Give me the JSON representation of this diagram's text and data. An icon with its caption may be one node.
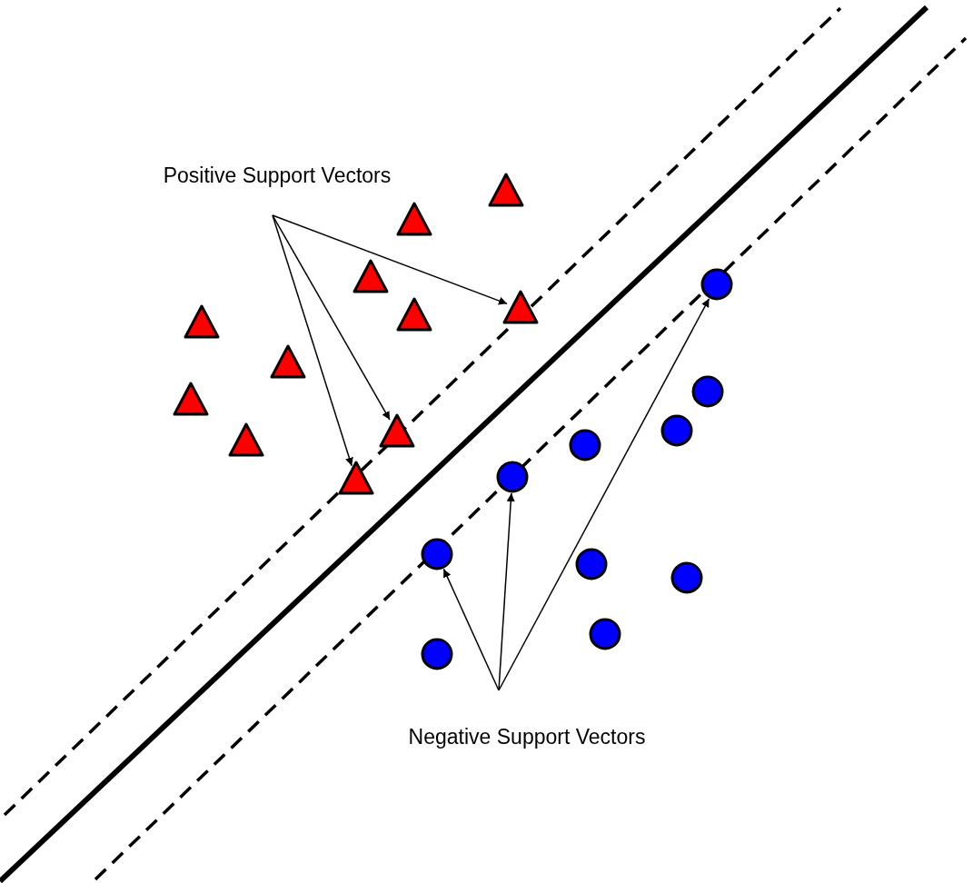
{
  "diagram": {
    "nodes": [
      {
        "text": [
          "Positive Support Vectors"
        ]
      },
      {
        "text": [],
        "shape": "triangle"
      },
      {
        "text": [],
        "shape": "triangle"
      },
      {
        "text": [],
        "shape": "triangle"
      },
      {
        "text": [],
        "shape": "triangle"
      },
      {
        "text": [],
        "shape": "triangle"
      },
      {
        "text": [],
        "shape": "triangle"
      },
      {
        "text": [],
        "shape": "triangle"
      },
      {
        "text": [],
        "shape": "triangle"
      },
      {
        "text": [],
        "shape": "triangle"
      },
      {
        "text": [],
        "shape": "triangle"
      },
      {
        "text": [],
        "shape": "triangle"
      },
      {
        "text": [],
        "shape": "circle"
      },
      {
        "text": [],
        "shape": "circle"
      },
      {
        "text": [],
        "shape": "circle"
      },
      {
        "text": [],
        "shape": "circle"
      },
      {
        "text": [],
        "shape": "circle"
      },
      {
        "text": [],
        "shape": "circle"
      },
      {
        "text": [],
        "shape": "circle"
      },
      {
        "text": [],
        "shape": "circle"
      },
      {
        "text": [],
        "shape": "circle"
      },
      {
        "text": [],
        "shape": "circle"
      },
      {
        "text": [
          "Negative Support Vectors"
        ]
      }
    ],
    "edges": [
      {
        "from": 0,
        "to": 11,
        "arrow": "to"
      },
      {
        "from": 0,
        "to": 7,
        "arrow": "to"
      },
      {
        "from": 0,
        "to": 5,
        "arrow": "to"
      },
      {
        "from": 22,
        "to": 12,
        "arrow": "to"
      },
      {
        "from": 22,
        "to": 14,
        "arrow": "to"
      },
      {
        "from": 22,
        "to": 21,
        "arrow": "to"
      }
    ]
  }
}
